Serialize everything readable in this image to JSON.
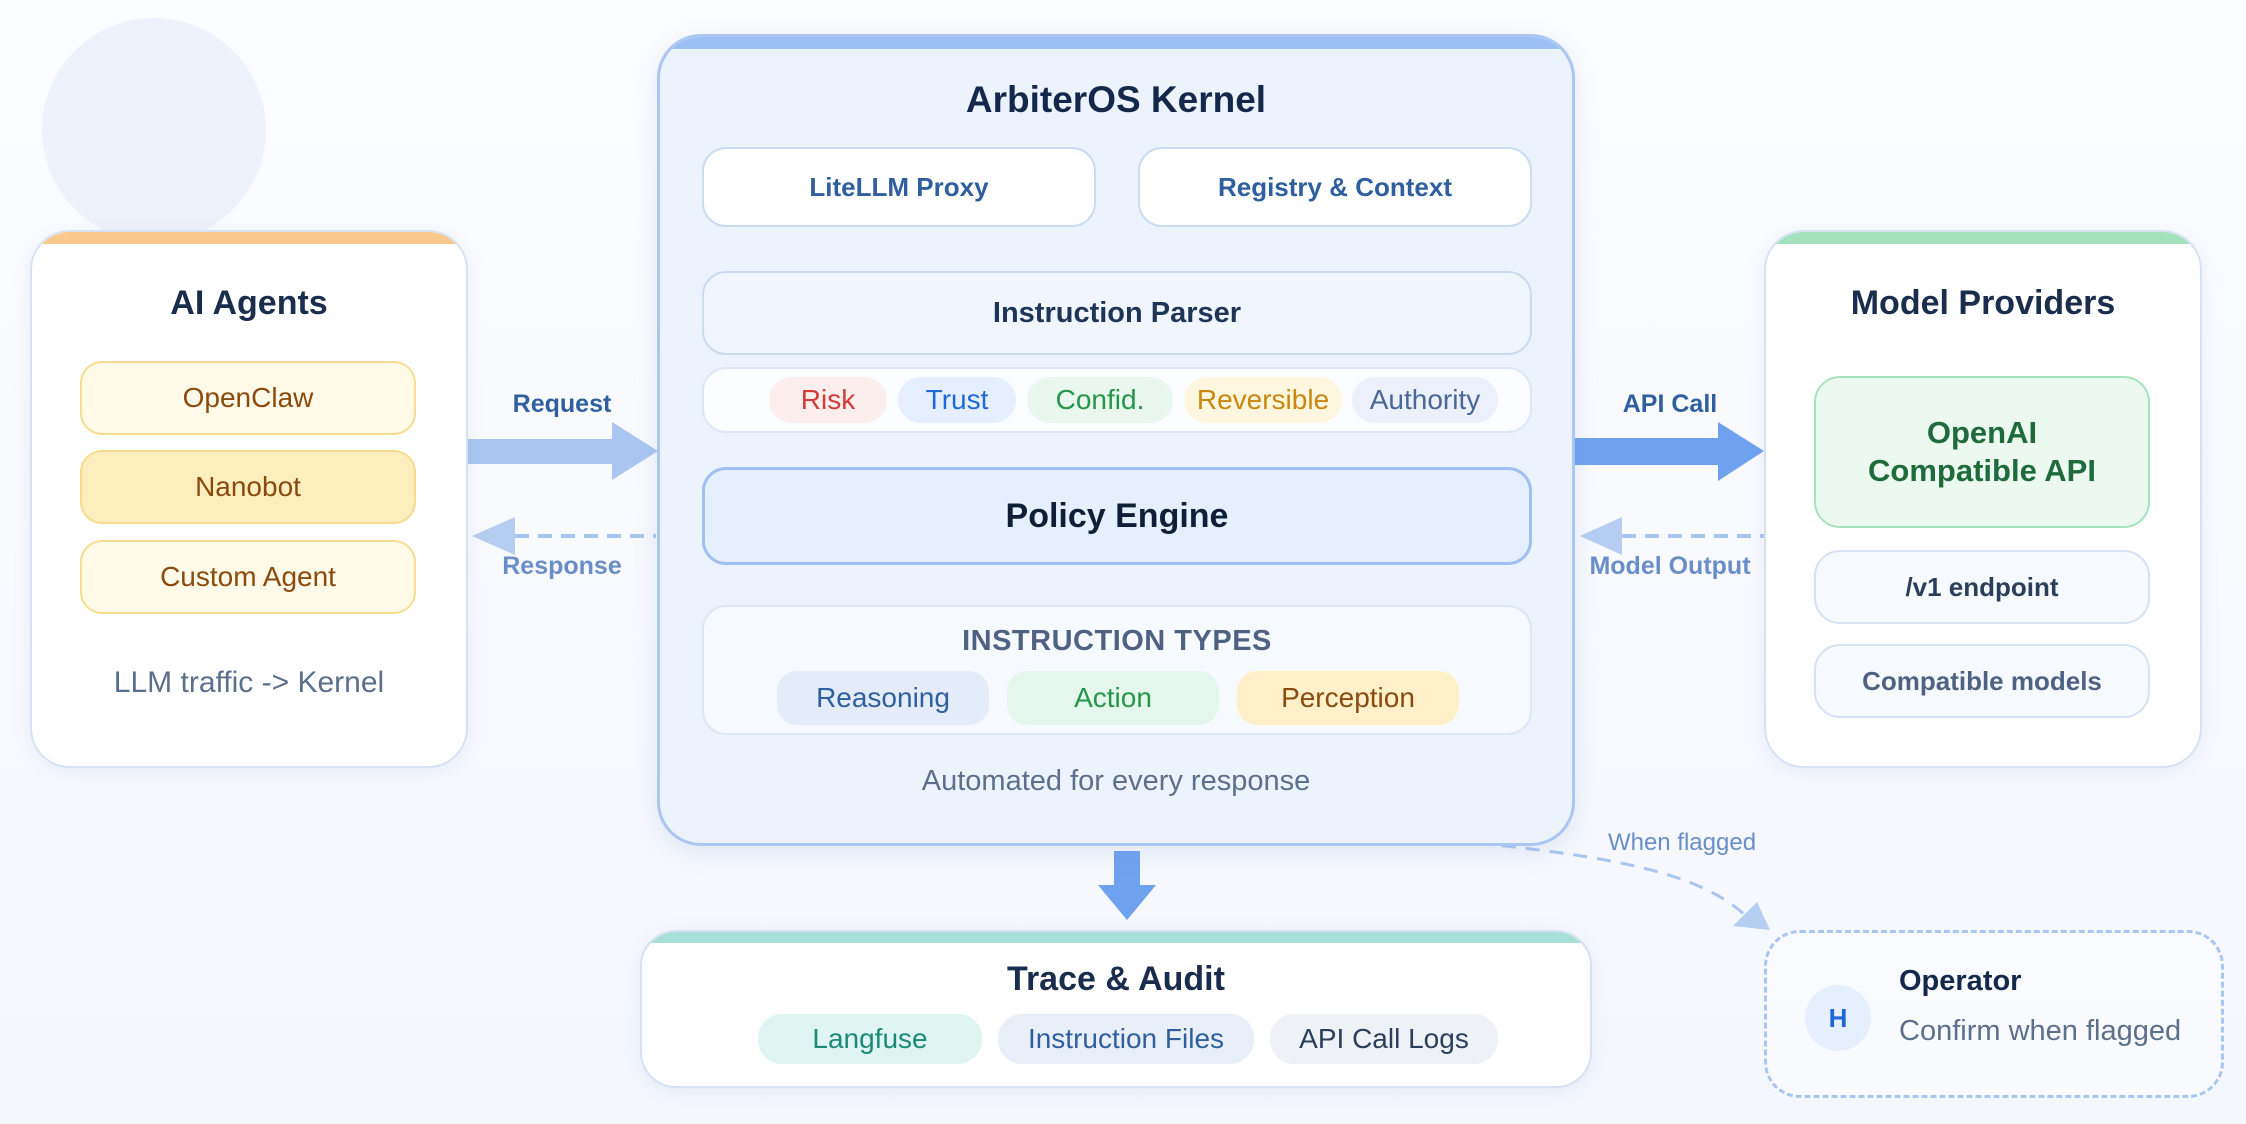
{
  "agents": {
    "title": "AI Agents",
    "items": [
      "OpenClaw",
      "Nanobot",
      "Custom Agent"
    ],
    "footer": "LLM traffic -> Kernel"
  },
  "flows": {
    "request": "Request",
    "response": "Response",
    "api_call": "API Call",
    "model_output": "Model Output",
    "when_flagged": "When flagged"
  },
  "kernel": {
    "title": "ArbiterOS Kernel",
    "proxy": "LiteLLM Proxy",
    "registry": "Registry & Context",
    "parser": "Instruction Parser",
    "attributes": [
      "Risk",
      "Trust",
      "Confid.",
      "Reversible",
      "Authority"
    ],
    "policy_engine": "Policy Engine",
    "types_heading": "INSTRUCTION TYPES",
    "types": [
      "Reasoning",
      "Action",
      "Perception"
    ],
    "footer": "Automated for every response"
  },
  "providers": {
    "title": "Model Providers",
    "api_line1": "OpenAI",
    "api_line2": "Compatible API",
    "endpoint": "/v1 endpoint",
    "models": "Compatible models"
  },
  "trace": {
    "title": "Trace & Audit",
    "items": [
      "Langfuse",
      "Instruction Files",
      "API Call Logs"
    ]
  },
  "operator": {
    "avatar": "H",
    "title": "Operator",
    "subtitle": "Confirm when flagged"
  },
  "colors": {
    "agents_band": "#f8c98a",
    "providers_band": "#a3e2bc",
    "trace_band": "#a8dfd6",
    "kernel_band": "#9cc0f4",
    "arrow": "#79a8ef"
  }
}
